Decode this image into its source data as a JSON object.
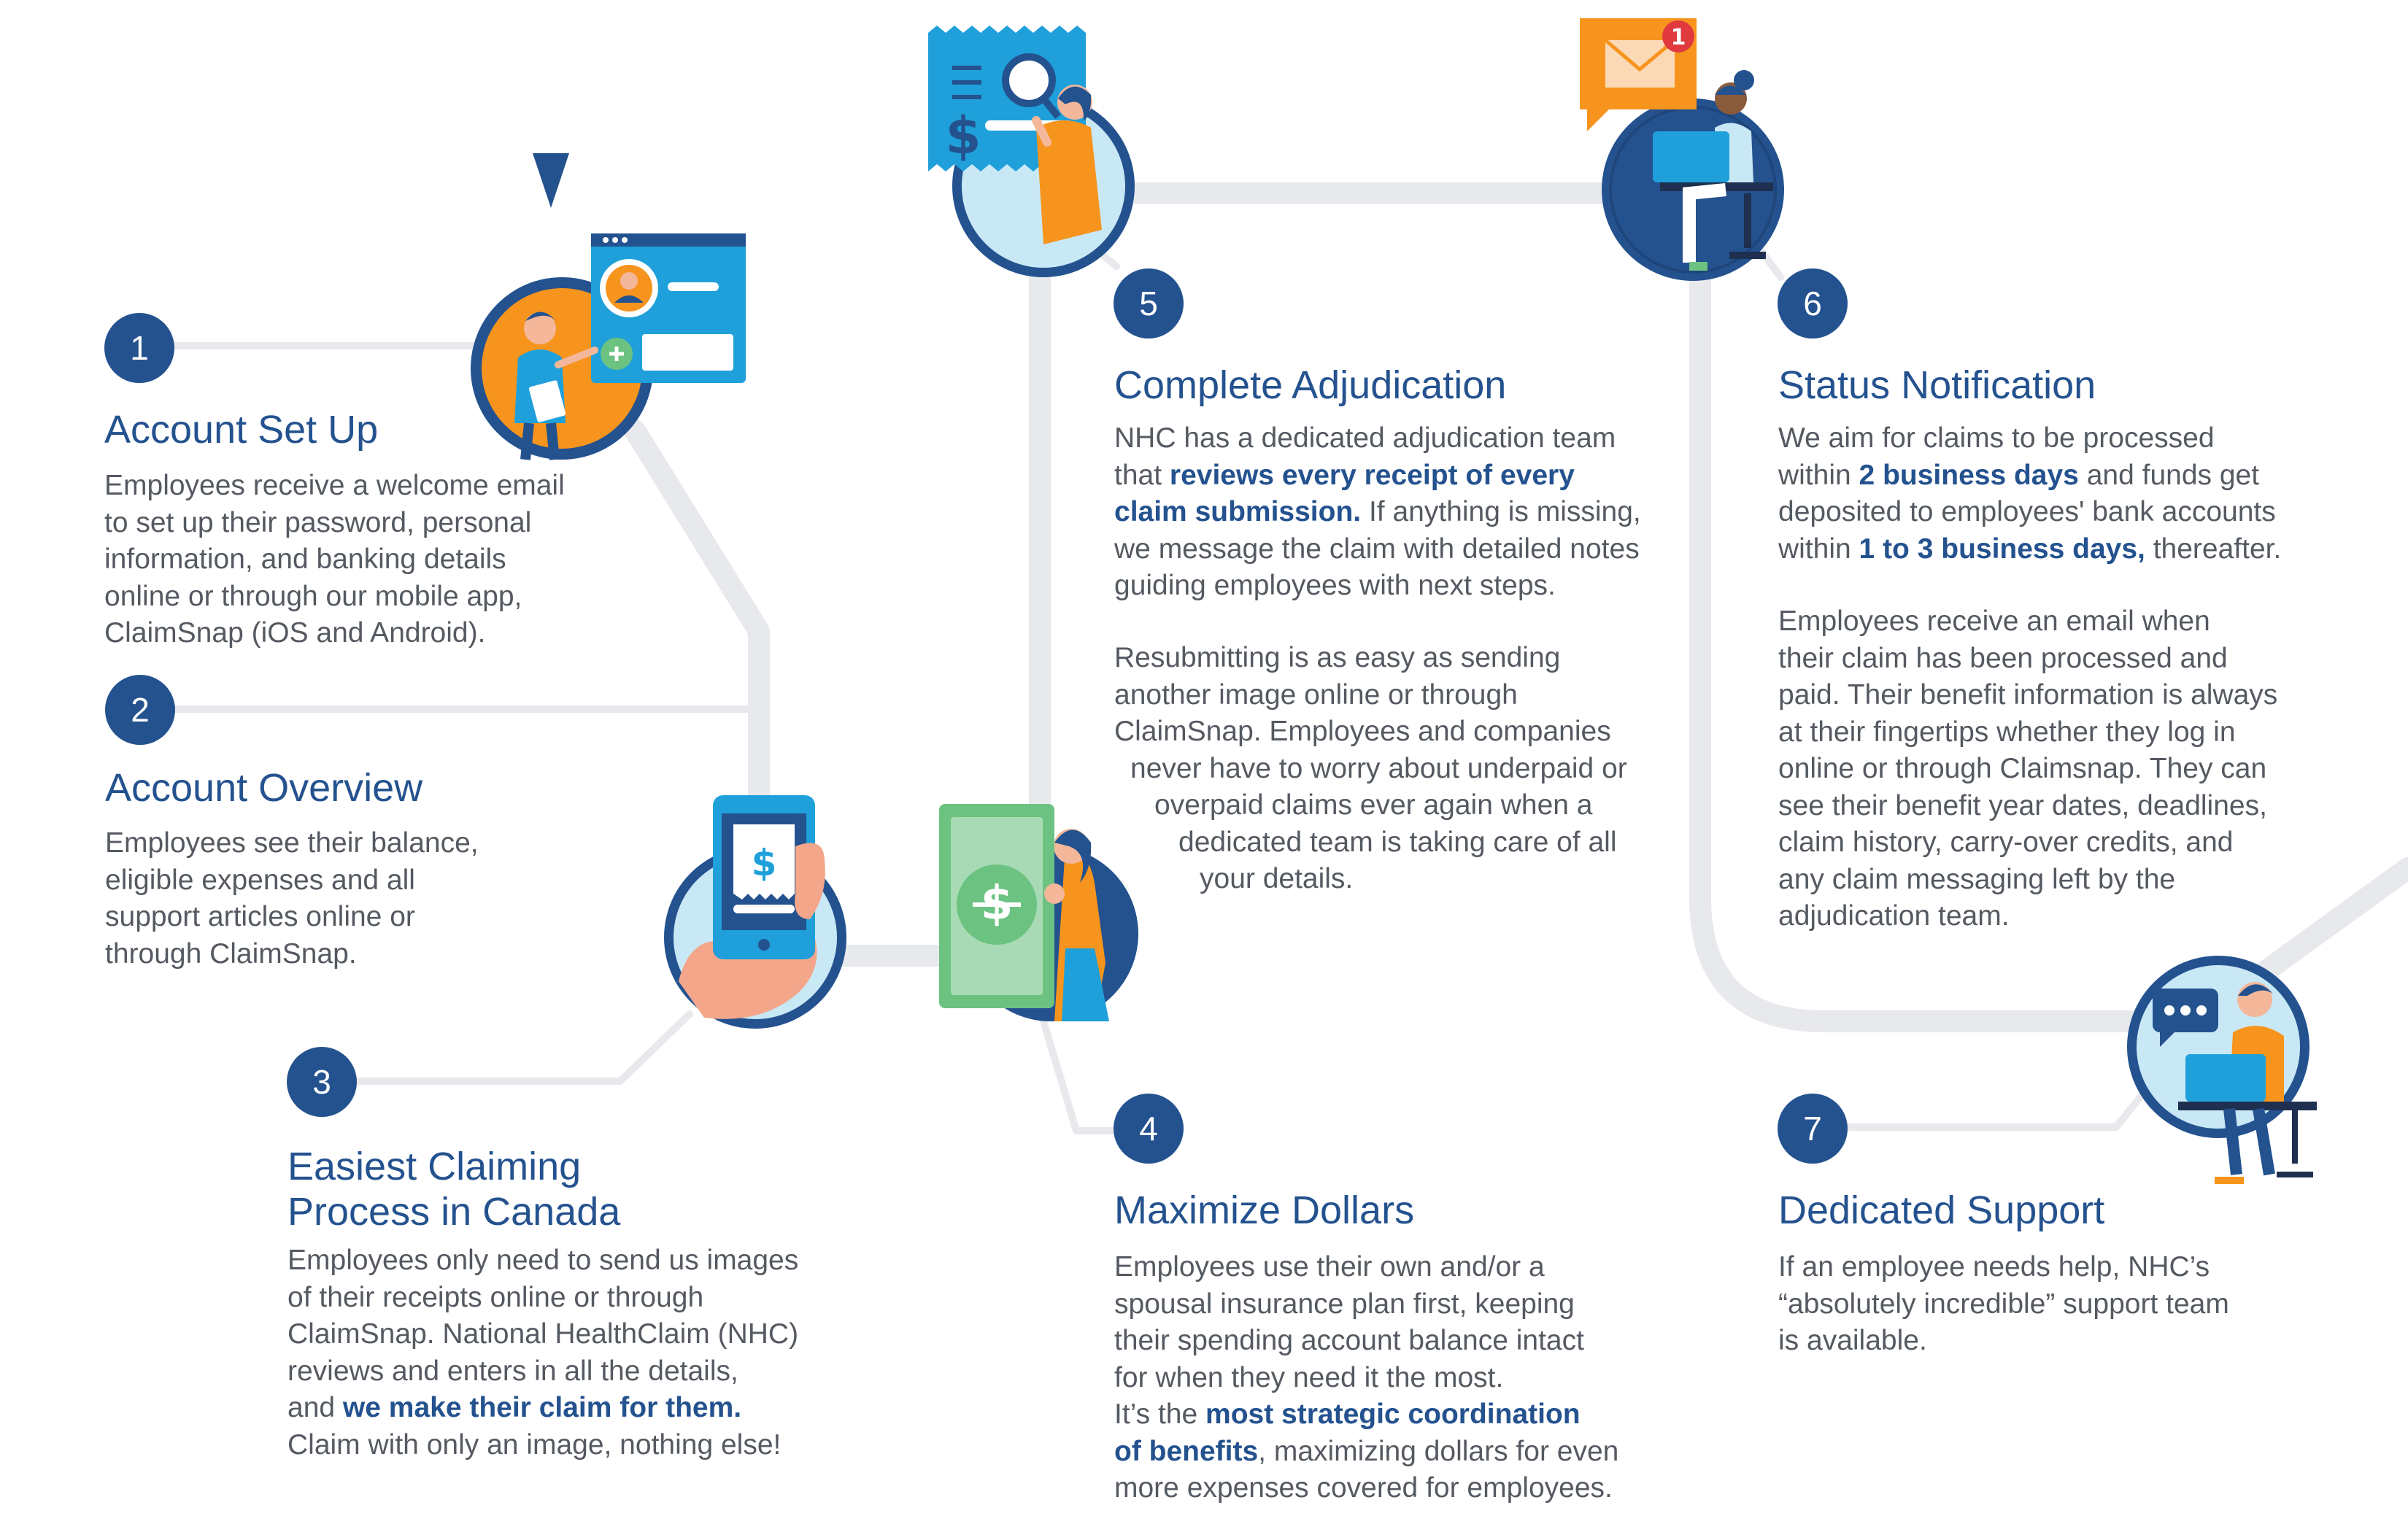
{
  "colors": {
    "primary": "#24528f",
    "text": "#555a61",
    "path": "#e8e9ec",
    "orange": "#f7941d",
    "cyan": "#1fa0da",
    "green": "#6cc281",
    "light_blue": "#c9e8f6"
  },
  "steps": [
    {
      "number": "1",
      "title": "Account Set Up",
      "body": [
        "Employees receive a welcome email",
        "to set up their password, personal",
        "information, and banking details",
        "online or through our mobile app,",
        "ClaimSnap (iOS and Android)."
      ],
      "icon": "account-setup-illustration"
    },
    {
      "number": "2",
      "title": "Account Overview",
      "body": [
        "Employees see their balance,",
        "eligible expenses and all",
        "support articles online or",
        "through ClaimSnap."
      ],
      "icon": "phone-receipt-illustration"
    },
    {
      "number": "3",
      "title_lines": [
        "Easiest Claiming",
        "Process in Canada"
      ],
      "body": [
        "Employees only need to send us images",
        "of their receipts online or through",
        "ClaimSnap. National HealthClaim (NHC)",
        "reviews and enters in all the details,"
      ],
      "body_mixed": {
        "before": "and ",
        "highlight": "we make their claim for them."
      },
      "body_end": "Claim with only an image, nothing else!"
    },
    {
      "number": "4",
      "title": "Maximize Dollars",
      "body": [
        "Employees use their own and/or a",
        "spousal insurance plan first, keeping",
        "their spending account balance intact",
        "for when they need it the most."
      ],
      "line5": {
        "before": "It’s the ",
        "highlight": "most strategic coordination"
      },
      "line6": {
        "highlight": "of benefits",
        "after": ", maximizing dollars for even"
      },
      "line7": "more expenses covered for employees.",
      "icon": "money-illustration"
    },
    {
      "number": "5",
      "title": "Complete Adjudication",
      "line1": "NHC has a dedicated adjudication team",
      "line2": {
        "before": "that ",
        "highlight": "reviews every receipt of every"
      },
      "line3": {
        "highlight": "claim submission.",
        "after": " If anything is missing,"
      },
      "line4": "we message the claim with detailed notes",
      "line5": "guiding employees with next steps.",
      "para2": [
        "Resubmitting is as easy as sending",
        "another image online or through",
        "ClaimSnap. Employees and companies",
        "never have to worry about underpaid or",
        "overpaid claims ever again when a",
        "dedicated team is taking care of all",
        "your details."
      ],
      "icon": "receipt-search-illustration"
    },
    {
      "number": "6",
      "title": "Status Notification",
      "line1": "We aim for claims to be processed",
      "line2": {
        "before": "within ",
        "highlight": "2 business days",
        "after": " and funds get"
      },
      "line3": "deposited to employees' bank accounts",
      "line4": {
        "before": "within ",
        "highlight": "1 to 3 business days,",
        "after": " thereafter."
      },
      "para2": [
        "Employees receive an email when",
        "their claim has been processed and",
        "paid. Their benefit information is always",
        "at their fingertips whether they log in",
        "online or through Claimsnap. They can",
        "see their benefit year dates, deadlines,",
        "claim history, carry-over credits, and",
        "any claim messaging left by the",
        "adjudication team."
      ],
      "icon": "email-notification-illustration",
      "notification_count": "1"
    },
    {
      "number": "7",
      "title": "Dedicated Support",
      "body": [
        "If an employee needs help, NHC’s",
        "“absolutely incredible” support team",
        "is available."
      ],
      "icon": "support-agent-illustration"
    }
  ]
}
